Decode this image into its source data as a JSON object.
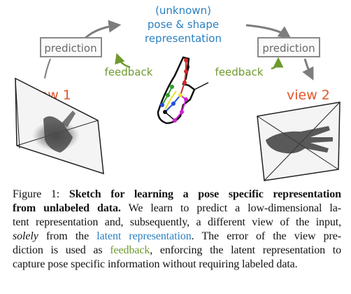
{
  "figure": {
    "top_label_1": "(unknown)",
    "top_label_2": "pose & shape",
    "top_label_3": "representation",
    "left_prediction": "prediction",
    "right_prediction": "prediction",
    "left_feedback": "feedback",
    "right_feedback": "feedback",
    "left_view": "view 1",
    "right_view": "view 2",
    "colors": {
      "blue": "#2a7fc1",
      "green": "#6f9a2e",
      "orange": "#e0572a",
      "gray": "#8a8a8a"
    }
  },
  "caption": {
    "l1_figure": "Figure 1:",
    "l1_bold": "Sketch for learning a pose specific representation",
    "l2_bold": "from unlabeled data.",
    "l2_rest": "We learn to predict a low-dimensional la-",
    "l3": "tent representation and, subsequently, a different view of the input,",
    "l4_italic": "solely",
    "l4_mid": "from the",
    "l4_blue": "latent representation",
    "l4_end": ". The error of the view pre-",
    "l5_start": "diction is used as",
    "l5_green": "feedback",
    "l5_end": ", enforcing the latent representation to",
    "l6": "capture pose specific information without requiring labeled data."
  }
}
